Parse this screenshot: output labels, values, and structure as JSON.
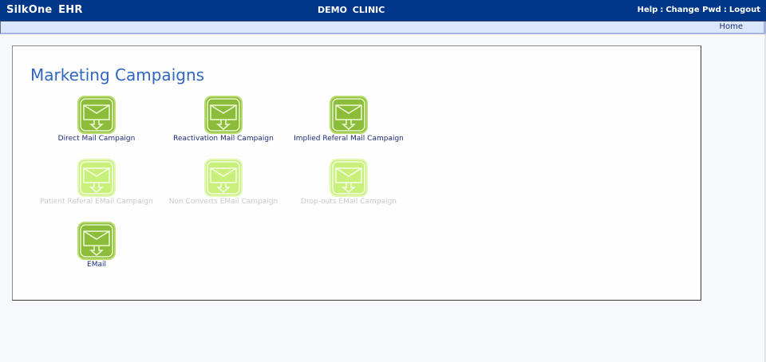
{
  "header": {
    "app_title": "SilkOne  EHR",
    "clinic_name": "DEMO  CLINIC",
    "links": [
      {
        "label": "Help"
      },
      {
        "label": "Change Pwd"
      },
      {
        "label": "Logout"
      }
    ],
    "separator": ":"
  },
  "navbar": {
    "home_label": "Home"
  },
  "main": {
    "title": "Marketing Campaigns",
    "campaigns": [
      {
        "label": "Direct Mail Campaign",
        "icon": "mail-download-icon",
        "enabled": true
      },
      {
        "label": "Reactivation Mail Campaign",
        "icon": "mail-download-icon",
        "enabled": true
      },
      {
        "label": "Implied Referal Mail Campaign",
        "icon": "mail-download-icon",
        "enabled": true
      },
      {
        "label": "Patient Referal EMail Campaign",
        "icon": "mail-download-icon",
        "enabled": false
      },
      {
        "label": "Non Converts EMail Campaign",
        "icon": "mail-download-icon",
        "enabled": false
      },
      {
        "label": "Drop-outs EMail Campaign",
        "icon": "mail-download-icon",
        "enabled": false
      },
      {
        "label": "EMail",
        "icon": "mail-download-icon",
        "enabled": true
      }
    ]
  },
  "colors": {
    "header_bg": "#003687",
    "navbar_bg": "#dae6fb",
    "title_blue": "#2f66c0",
    "link_navy": "#1d2c7a",
    "icon_green": "#8cbd3a",
    "icon_green_disabled": "#c8f07a",
    "disabled_text": "#c6c9cf"
  }
}
